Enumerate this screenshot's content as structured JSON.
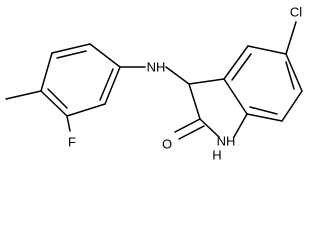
{
  "molecule": {
    "atom_labels": {
      "chlorine": "Cl",
      "amine_nh": "NH",
      "ring_nh": "NH",
      "ring_h": "H",
      "carbonyl_oxygen": "O",
      "fluorine": "F"
    },
    "colors": {
      "bond": "#000000",
      "label": "#000000",
      "background": "#ffffff"
    }
  }
}
